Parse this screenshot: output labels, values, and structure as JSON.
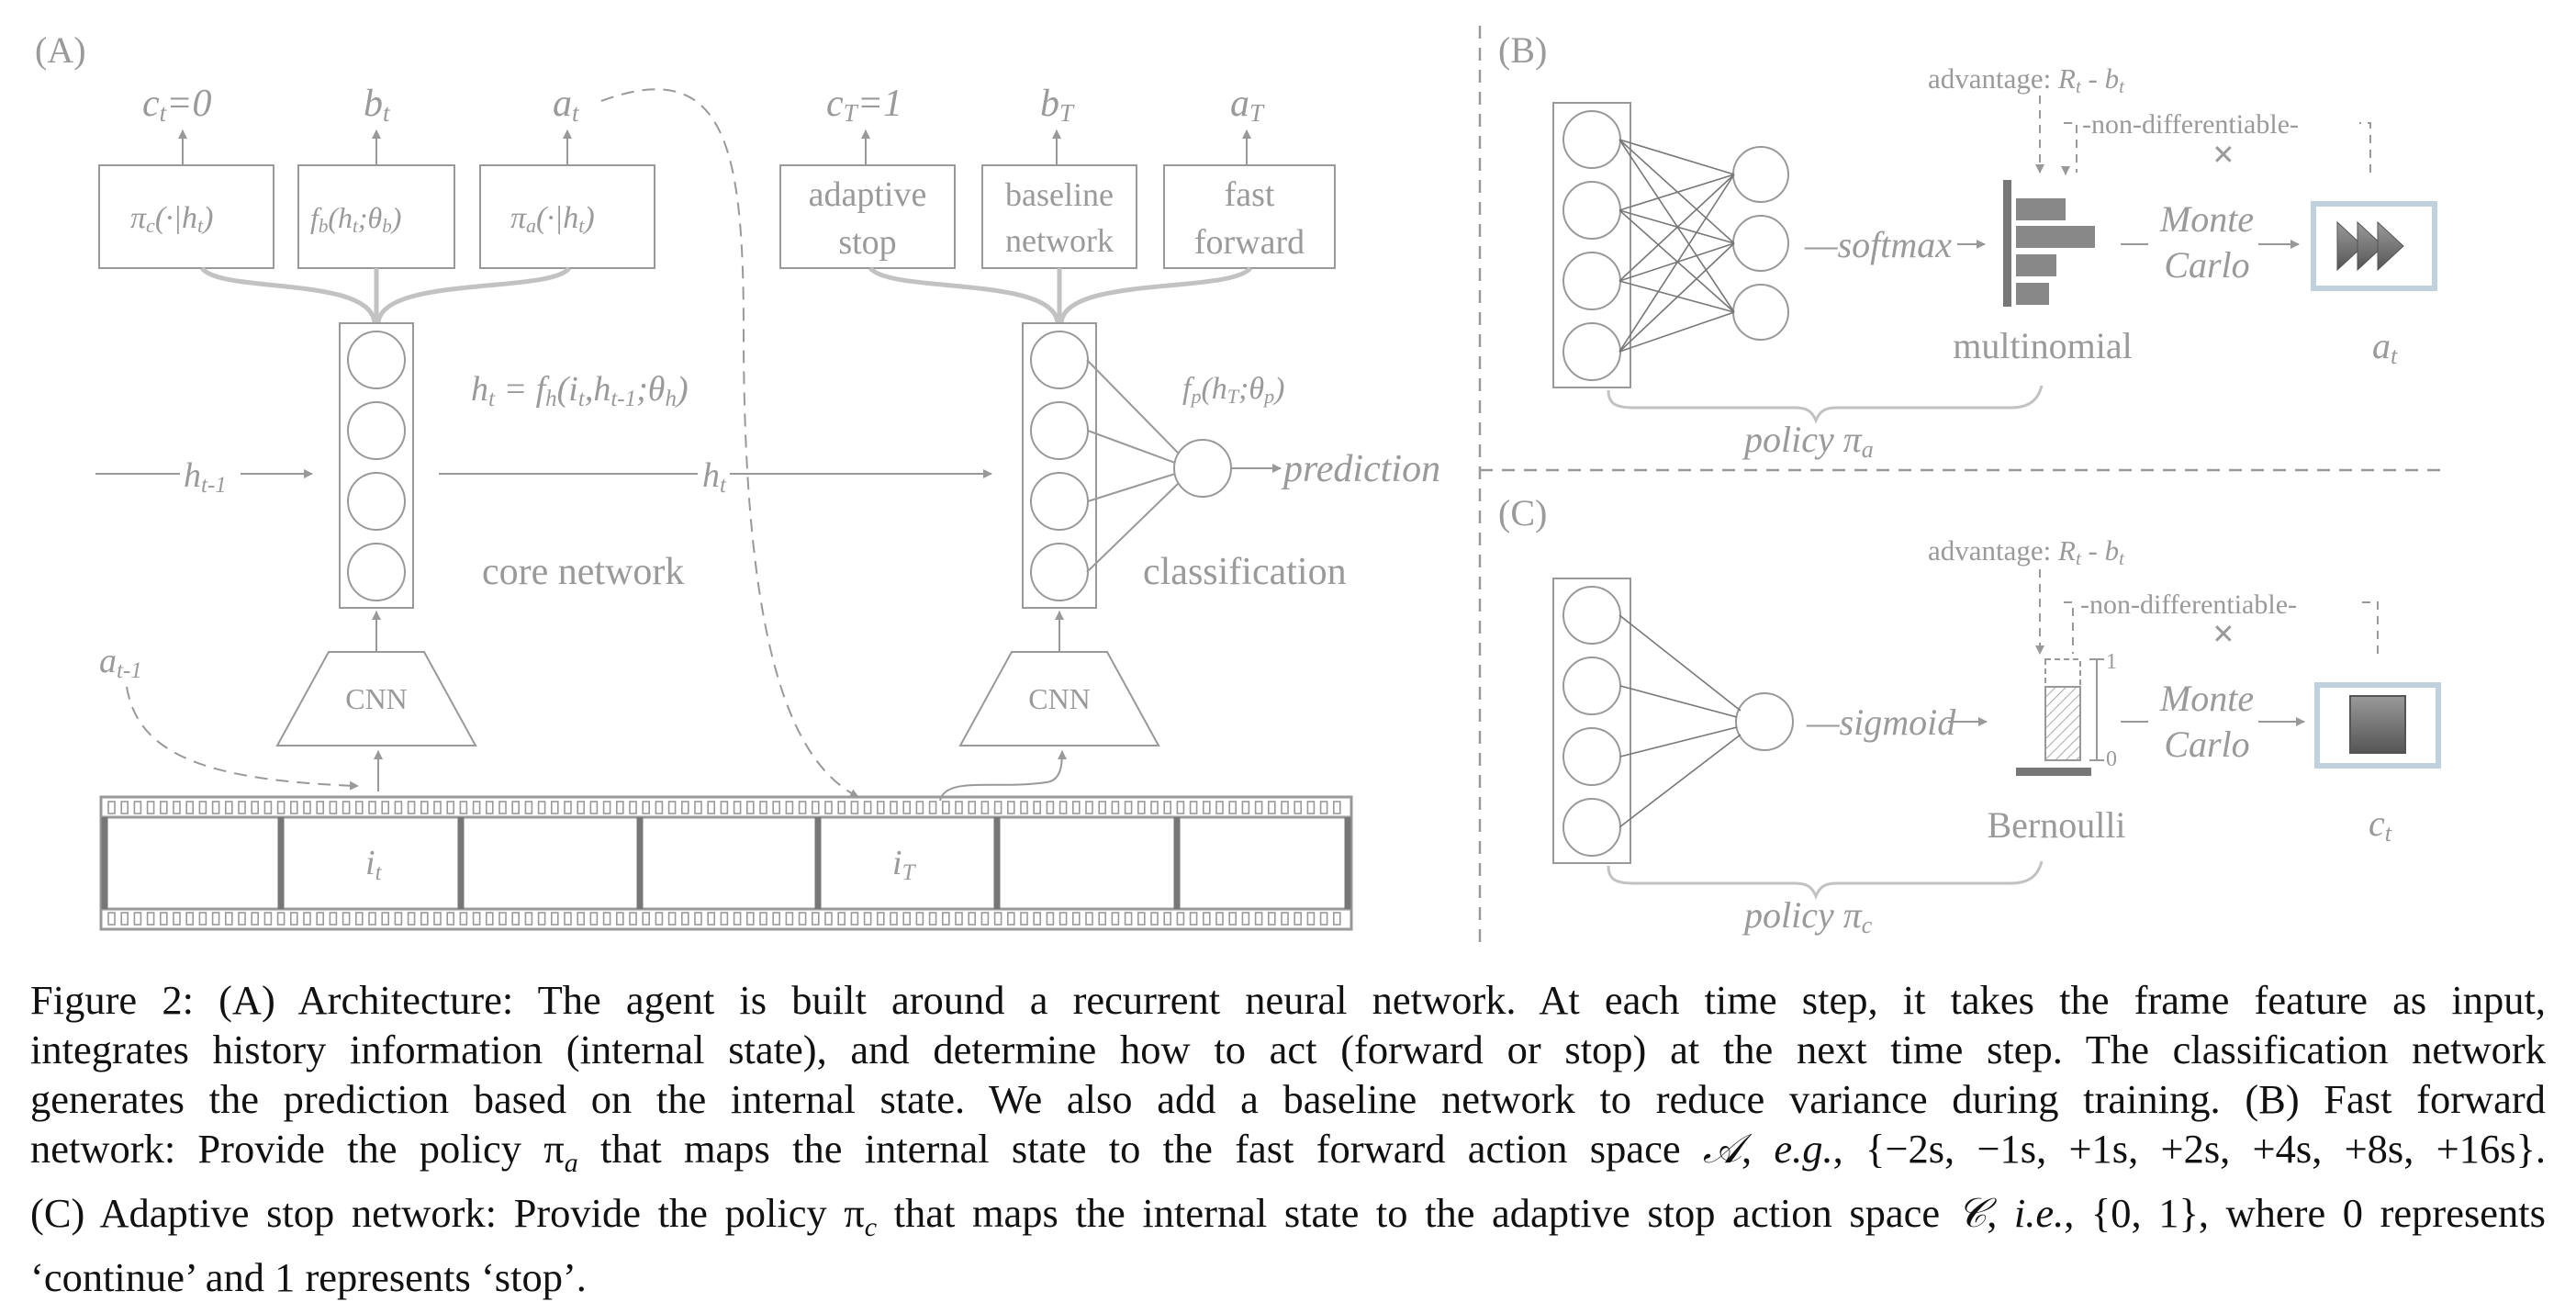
{
  "panels": {
    "A": {
      "tag": "(A)",
      "outputs": [
        "c",
        "t",
        "=0",
        "b",
        "t",
        "a",
        "t",
        "c",
        "T",
        "=1",
        "b",
        "T",
        "a",
        "T"
      ],
      "heads": {
        "pi_c": [
          "π",
          "c",
          "(·|h",
          "t",
          ")"
        ],
        "f_b": [
          "f",
          "b",
          "(h",
          "t",
          ";θ",
          "b",
          ")"
        ],
        "pi_a": [
          "π",
          "a",
          "(·|h",
          "t",
          ")"
        ],
        "adaptive_stop": [
          "adaptive",
          "stop"
        ],
        "baseline_network": [
          "baseline",
          "network"
        ],
        "fast_forward": [
          "fast",
          "forward"
        ]
      },
      "core_eq": [
        "h",
        "t",
        " = f",
        "h",
        "(i",
        "t",
        ",h",
        "t-1",
        ";θ",
        "h",
        ")"
      ],
      "fp_eq": [
        "f",
        "p",
        "(h",
        "T",
        ";θ",
        "p",
        ")"
      ],
      "h_prev": [
        "h",
        "t-1"
      ],
      "h_t": [
        "h",
        "t"
      ],
      "prediction": "prediction",
      "core_label": "core network",
      "class_label": "classification",
      "a_prev": [
        "a",
        "t-1"
      ],
      "cnn": "CNN",
      "frame_i_t": [
        "i",
        "t"
      ],
      "frame_i_T": [
        "i",
        "T"
      ]
    },
    "B": {
      "tag": "(B)",
      "advantage": [
        "advantage: ",
        "R",
        "t",
        " - b",
        "t"
      ],
      "nondiff": "non-differentiable",
      "activation": "softmax",
      "monte": "Monte",
      "carlo": "Carlo",
      "dist": "multinomial",
      "out": [
        "a",
        "t"
      ],
      "policy": [
        "policy π",
        "a"
      ]
    },
    "C": {
      "tag": "(C)",
      "advantage": [
        "advantage: ",
        "R",
        "t",
        " - b",
        "t"
      ],
      "nondiff": "non-differentiable",
      "activation": "sigmoid",
      "one": "1",
      "zero": "0",
      "monte": "Monte",
      "carlo": "Carlo",
      "dist": "Bernoulli",
      "out": [
        "c",
        "t"
      ],
      "policy": [
        "policy π",
        "c"
      ]
    }
  },
  "caption": {
    "lines": [
      "Figure 2: (A) Architecture: The agent is built around a recurrent neural network. At each time step, it takes the frame feature as input,",
      "integrates history information (internal state), and determine how to act (forward or stop) at the next time step. The classification network",
      "generates the prediction based on the internal state. We also add a baseline network to reduce variance during training. (B) Fast forward",
      "network: Provide the policy π",
      "a",
      " that maps the internal state to the fast forward action space ",
      "𝒜",
      ", ",
      "e.g.",
      ", {−2s, −1s, +1s, +2s, +4s, +8s, +16s}.",
      "(C) Adaptive stop network: Provide the policy π",
      "c",
      " that maps the internal state to the adaptive stop action space ",
      "𝒞",
      ", ",
      "i.e.",
      ", {0, 1}, where 0 represents",
      "‘continue’ and 1 represents ‘stop’."
    ]
  }
}
